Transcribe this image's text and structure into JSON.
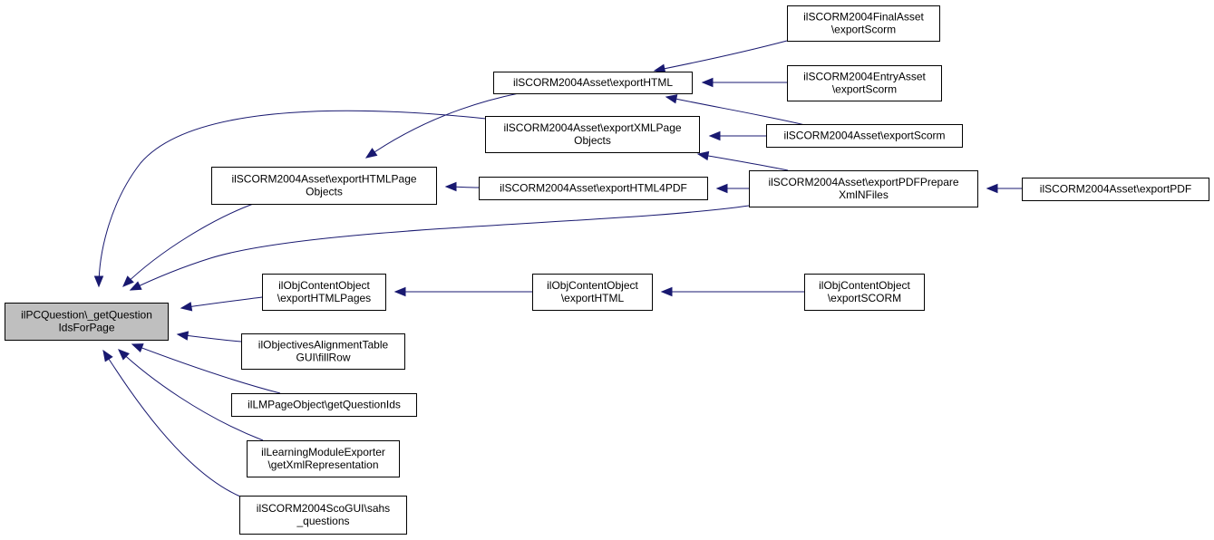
{
  "graph": {
    "type": "call-graph",
    "nodes": [
      {
        "id": "root",
        "lines": [
          "ilPCQuestion\\_getQuestion",
          "IdsForPage"
        ],
        "highlighted": true
      },
      {
        "id": "finalasset",
        "lines": [
          "ilSCORM2004FinalAsset",
          "\\exportScorm"
        ]
      },
      {
        "id": "entryasset",
        "lines": [
          "ilSCORM2004EntryAsset",
          "\\exportScorm"
        ]
      },
      {
        "id": "exporthtml",
        "lines": [
          "ilSCORM2004Asset\\exportHTML"
        ]
      },
      {
        "id": "exportxmlpage",
        "lines": [
          "ilSCORM2004Asset\\exportXMLPage",
          "Objects"
        ]
      },
      {
        "id": "exportscorm",
        "lines": [
          "ilSCORM2004Asset\\exportScorm"
        ]
      },
      {
        "id": "exporthtmlpage",
        "lines": [
          "ilSCORM2004Asset\\exportHTMLPage",
          "Objects"
        ]
      },
      {
        "id": "exporthtml4pdf",
        "lines": [
          "ilSCORM2004Asset\\exportHTML4PDF"
        ]
      },
      {
        "id": "exportpdfprepare",
        "lines": [
          "ilSCORM2004Asset\\exportPDFPrepare",
          "XmlNFiles"
        ]
      },
      {
        "id": "exportpdf",
        "lines": [
          "ilSCORM2004Asset\\exportPDF"
        ]
      },
      {
        "id": "objcontent_pages",
        "lines": [
          "ilObjContentObject",
          "\\exportHTMLPages"
        ]
      },
      {
        "id": "objcontent_html",
        "lines": [
          "ilObjContentObject",
          "\\exportHTML"
        ]
      },
      {
        "id": "objcontent_scorm",
        "lines": [
          "ilObjContentObject",
          "\\exportSCORM"
        ]
      },
      {
        "id": "objectives",
        "lines": [
          "ilObjectivesAlignmentTable",
          "GUI\\fillRow"
        ]
      },
      {
        "id": "lmpage",
        "lines": [
          "ilLMPageObject\\getQuestionIds"
        ]
      },
      {
        "id": "lmexporter",
        "lines": [
          "ilLearningModuleExporter",
          "\\getXmlRepresentation"
        ]
      },
      {
        "id": "scogui",
        "lines": [
          "ilSCORM2004ScoGUI\\sahs",
          "_questions"
        ]
      }
    ],
    "edges": [
      {
        "from": "exporthtmlpage",
        "to": "root"
      },
      {
        "from": "exportxmlpage",
        "to": "root"
      },
      {
        "from": "exportpdfprepare",
        "to": "root"
      },
      {
        "from": "objcontent_pages",
        "to": "root"
      },
      {
        "from": "objectives",
        "to": "root"
      },
      {
        "from": "lmpage",
        "to": "root"
      },
      {
        "from": "lmexporter",
        "to": "root"
      },
      {
        "from": "scogui",
        "to": "root"
      },
      {
        "from": "exporthtml",
        "to": "exporthtmlpage"
      },
      {
        "from": "exporthtml4pdf",
        "to": "exporthtmlpage"
      },
      {
        "from": "finalasset",
        "to": "exporthtml"
      },
      {
        "from": "entryasset",
        "to": "exporthtml"
      },
      {
        "from": "exportscorm",
        "to": "exporthtml"
      },
      {
        "from": "exportscorm",
        "to": "exportxmlpage"
      },
      {
        "from": "exportpdfprepare",
        "to": "exportxmlpage"
      },
      {
        "from": "exportpdfprepare",
        "to": "exporthtml4pdf"
      },
      {
        "from": "exportpdf",
        "to": "exportpdfprepare"
      },
      {
        "from": "objcontent_html",
        "to": "objcontent_pages"
      },
      {
        "from": "objcontent_scorm",
        "to": "objcontent_html"
      }
    ],
    "colors": {
      "edge": "#191970",
      "node_border": "#000000",
      "node_fill": "#ffffff",
      "highlight_fill": "#bfbfbf"
    }
  }
}
